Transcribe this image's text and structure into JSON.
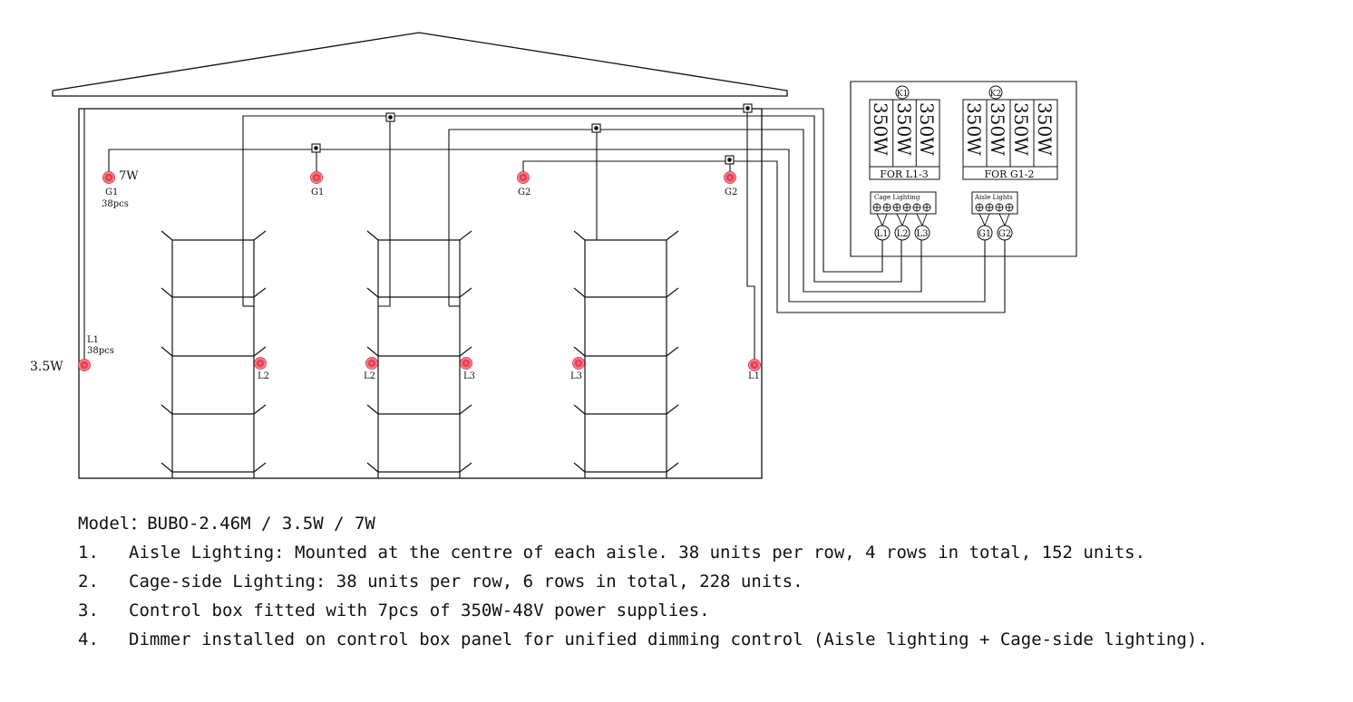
{
  "diagram": {
    "left_label": "3.5W",
    "lights": {
      "g1_watt": "7W",
      "g1_name": "G1",
      "g1_count": "38pcs",
      "l1_name": "L1",
      "l1_count": "38pcs",
      "g1_center": "G1",
      "g2_a": "G2",
      "g2_b": "G2",
      "l2_a": "L2",
      "l2_b": "L2",
      "l3_a": "L3",
      "l3_b": "L3",
      "l1_right": "L1"
    },
    "control_box": {
      "k1": "K1",
      "k2": "K2",
      "k1_supplies": [
        "350W",
        "350W",
        "350W"
      ],
      "k2_supplies": [
        "350W",
        "350W",
        "350W",
        "350W"
      ],
      "k1_caption": "FOR L1-3",
      "k2_caption": "FOR G1-2",
      "cage_terminal_label": "Cage Lighting",
      "aisle_terminal_label": "Aisle Lights",
      "cage_circuits": [
        "L1",
        "L2",
        "L3"
      ],
      "aisle_circuits": [
        "G1",
        "G2"
      ]
    }
  },
  "notes": {
    "model": "Model：BUBO-2.46M / 3.5W / 7W",
    "items": [
      {
        "num": "1.",
        "text": "Aisle Lighting: Mounted at the centre of each aisle. 38 units per row, 4 rows in total, 152 units."
      },
      {
        "num": "2.",
        "text": "Cage-side Lighting: 38 units per row, 6 rows in total, 228 units."
      },
      {
        "num": "3.",
        "text": "Control box fitted with 7pcs of 350W-48V power supplies."
      },
      {
        "num": "4.",
        "text": "Dimmer installed on control box panel for unified dimming control (Aisle lighting + Cage-side lighting)."
      }
    ]
  }
}
